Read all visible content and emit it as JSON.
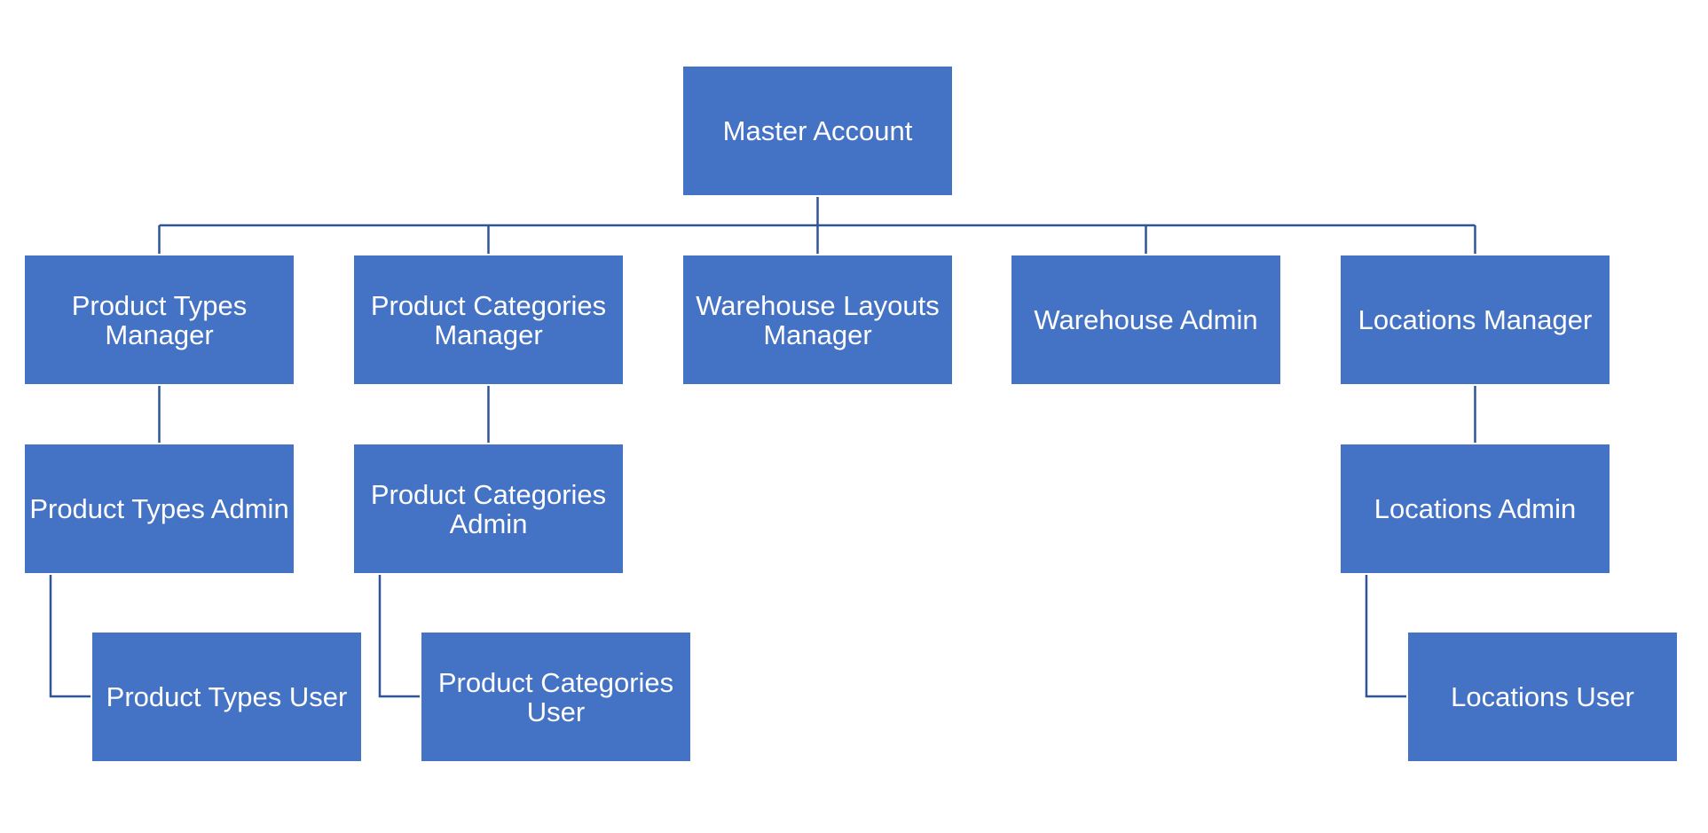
{
  "colors": {
    "box_fill": "#4472c4",
    "box_text": "#ffffff",
    "connector": "#2f5597",
    "background": "#ffffff"
  },
  "nodes": {
    "master_account": "Master Account",
    "product_types_manager": "Product Types\nManager",
    "product_categories_manager": "Product Categories\nManager",
    "warehouse_layouts_manager": "Warehouse Layouts\nManager",
    "warehouse_admin": "Warehouse Admin",
    "locations_manager": "Locations Manager",
    "product_types_admin": "Product Types Admin",
    "product_categories_admin": "Product Categories\nAdmin",
    "locations_admin": "Locations Admin",
    "product_types_user": "Product Types User",
    "product_categories_user": "Product Categories\nUser",
    "locations_user": "Locations User"
  }
}
